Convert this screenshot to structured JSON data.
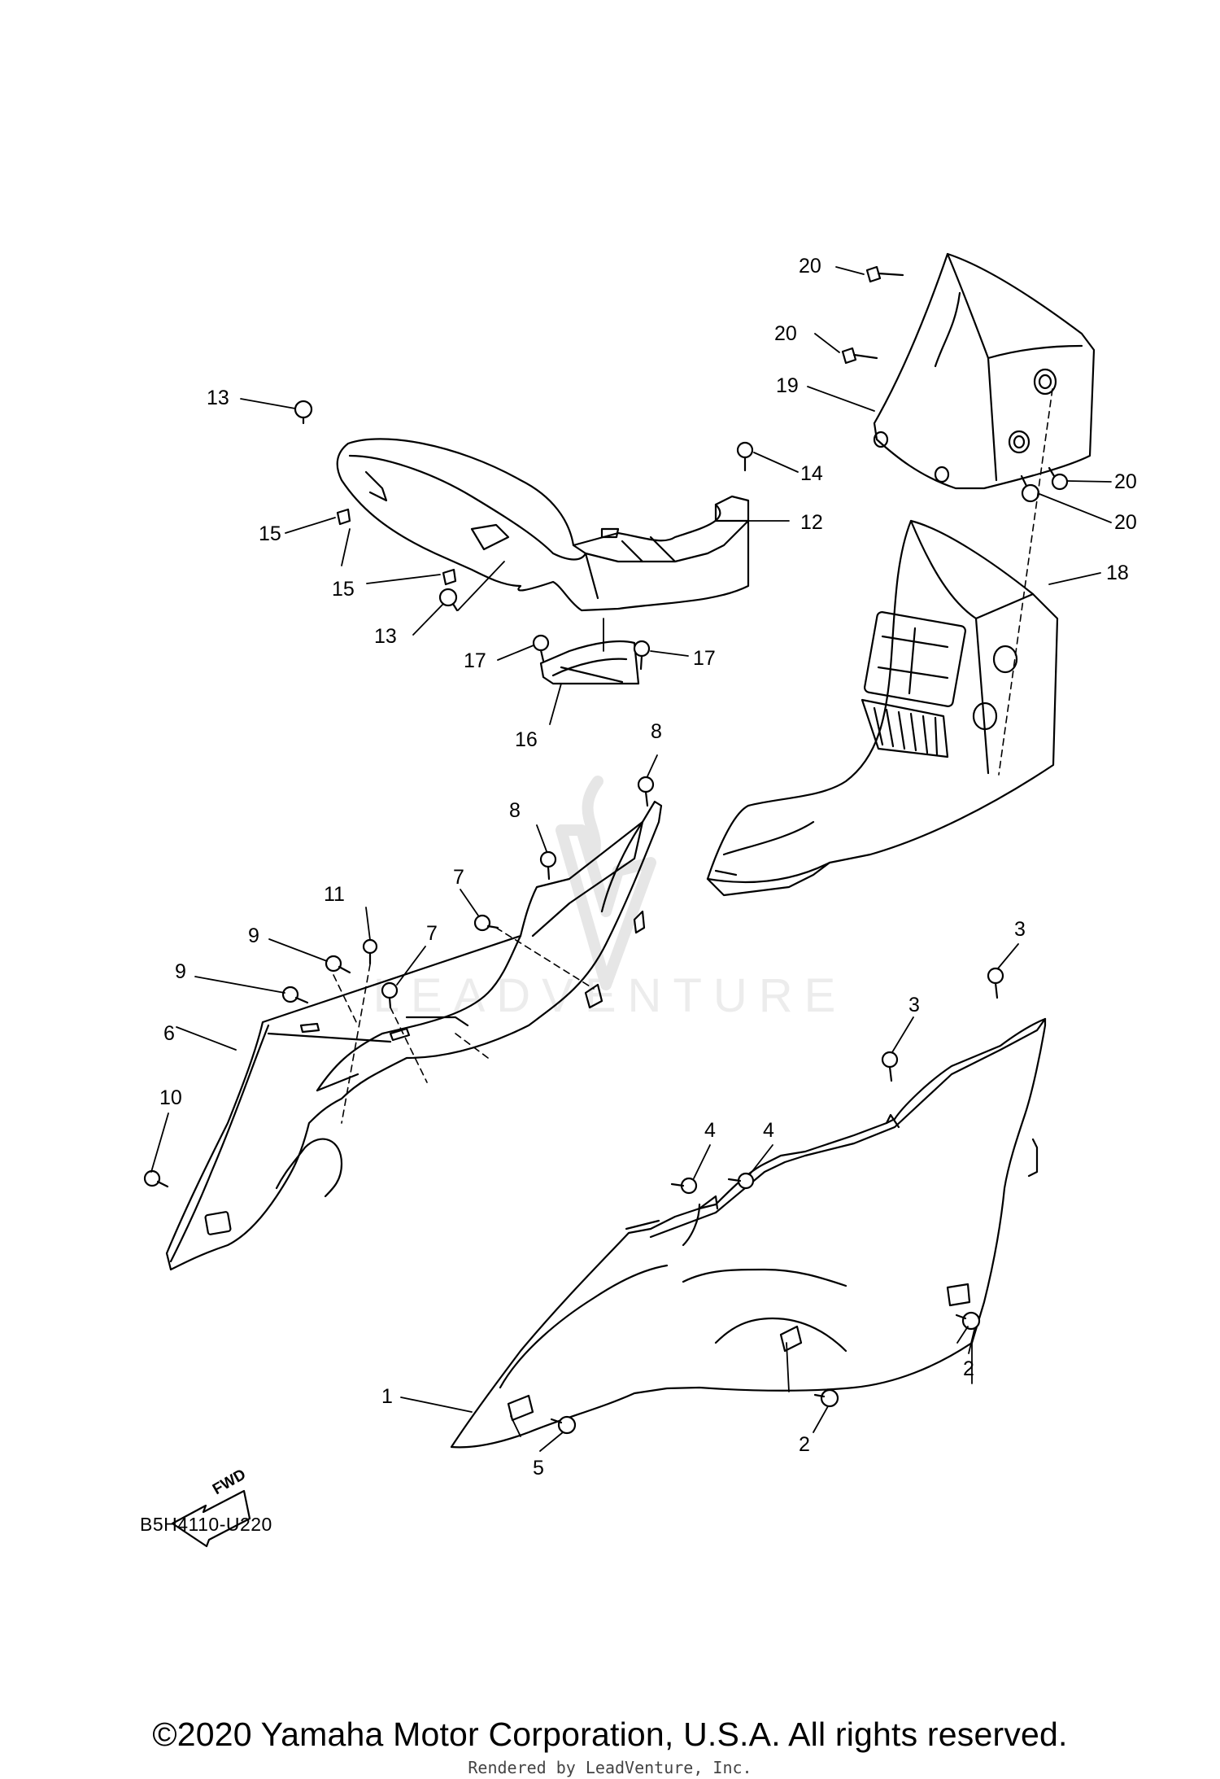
{
  "diagram": {
    "callouts": [
      {
        "label": "20"
      },
      {
        "label": "20"
      },
      {
        "label": "19"
      },
      {
        "label": "20"
      },
      {
        "label": "20"
      },
      {
        "label": "18"
      },
      {
        "label": "13"
      },
      {
        "label": "15"
      },
      {
        "label": "15"
      },
      {
        "label": "13"
      },
      {
        "label": "14"
      },
      {
        "label": "12"
      },
      {
        "label": "17"
      },
      {
        "label": "17"
      },
      {
        "label": "16"
      },
      {
        "label": "8"
      },
      {
        "label": "8"
      },
      {
        "label": "7"
      },
      {
        "label": "7"
      },
      {
        "label": "11"
      },
      {
        "label": "9"
      },
      {
        "label": "9"
      },
      {
        "label": "6"
      },
      {
        "label": "10"
      },
      {
        "label": "3"
      },
      {
        "label": "3"
      },
      {
        "label": "4"
      },
      {
        "label": "4"
      },
      {
        "label": "2"
      },
      {
        "label": "2"
      },
      {
        "label": "1"
      },
      {
        "label": "5"
      }
    ],
    "fwd_label": "FWD",
    "drawing_code": "B5H4110-U220"
  },
  "footer": {
    "copyright": "©2020 Yamaha Motor Corporation, U.S.A. All rights reserved.",
    "rendered_by": "Rendered by LeadVenture, Inc."
  },
  "watermark": {
    "text": "LEADVENTURE"
  }
}
